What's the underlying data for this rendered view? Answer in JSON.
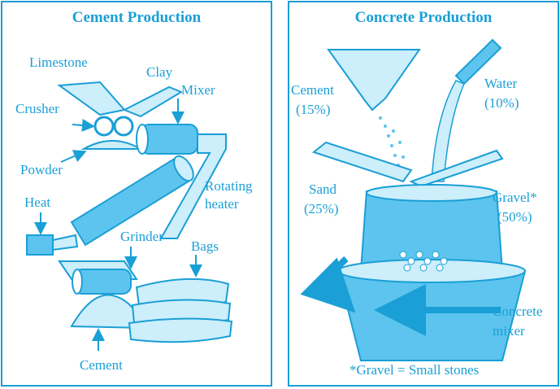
{
  "colors": {
    "accent": "#1a9fd6",
    "fill_light": "#cdeefb",
    "fill_mid": "#5cc4ee",
    "background": "#ffffff"
  },
  "cement_production": {
    "title": "Cement Production",
    "labels": {
      "limestone": "Limestone",
      "clay": "Clay",
      "mixer": "Mixer",
      "crusher": "Crusher",
      "powder": "Powder",
      "rotating": "Rotating",
      "heater": "heater",
      "heat": "Heat",
      "grinder": "Grinder",
      "bags": "Bags",
      "cement": "Cement"
    }
  },
  "concrete_production": {
    "title": "Concrete Production",
    "labels": {
      "cement": "Cement",
      "cement_pct": "(15%)",
      "water": "Water",
      "water_pct": "(10%)",
      "sand": "Sand",
      "sand_pct": "(25%)",
      "gravel": "Gravel*",
      "gravel_pct": "(50%)",
      "concrete": "Concrete",
      "mixer": "mixer"
    },
    "footnote": "*Gravel = Small stones"
  }
}
